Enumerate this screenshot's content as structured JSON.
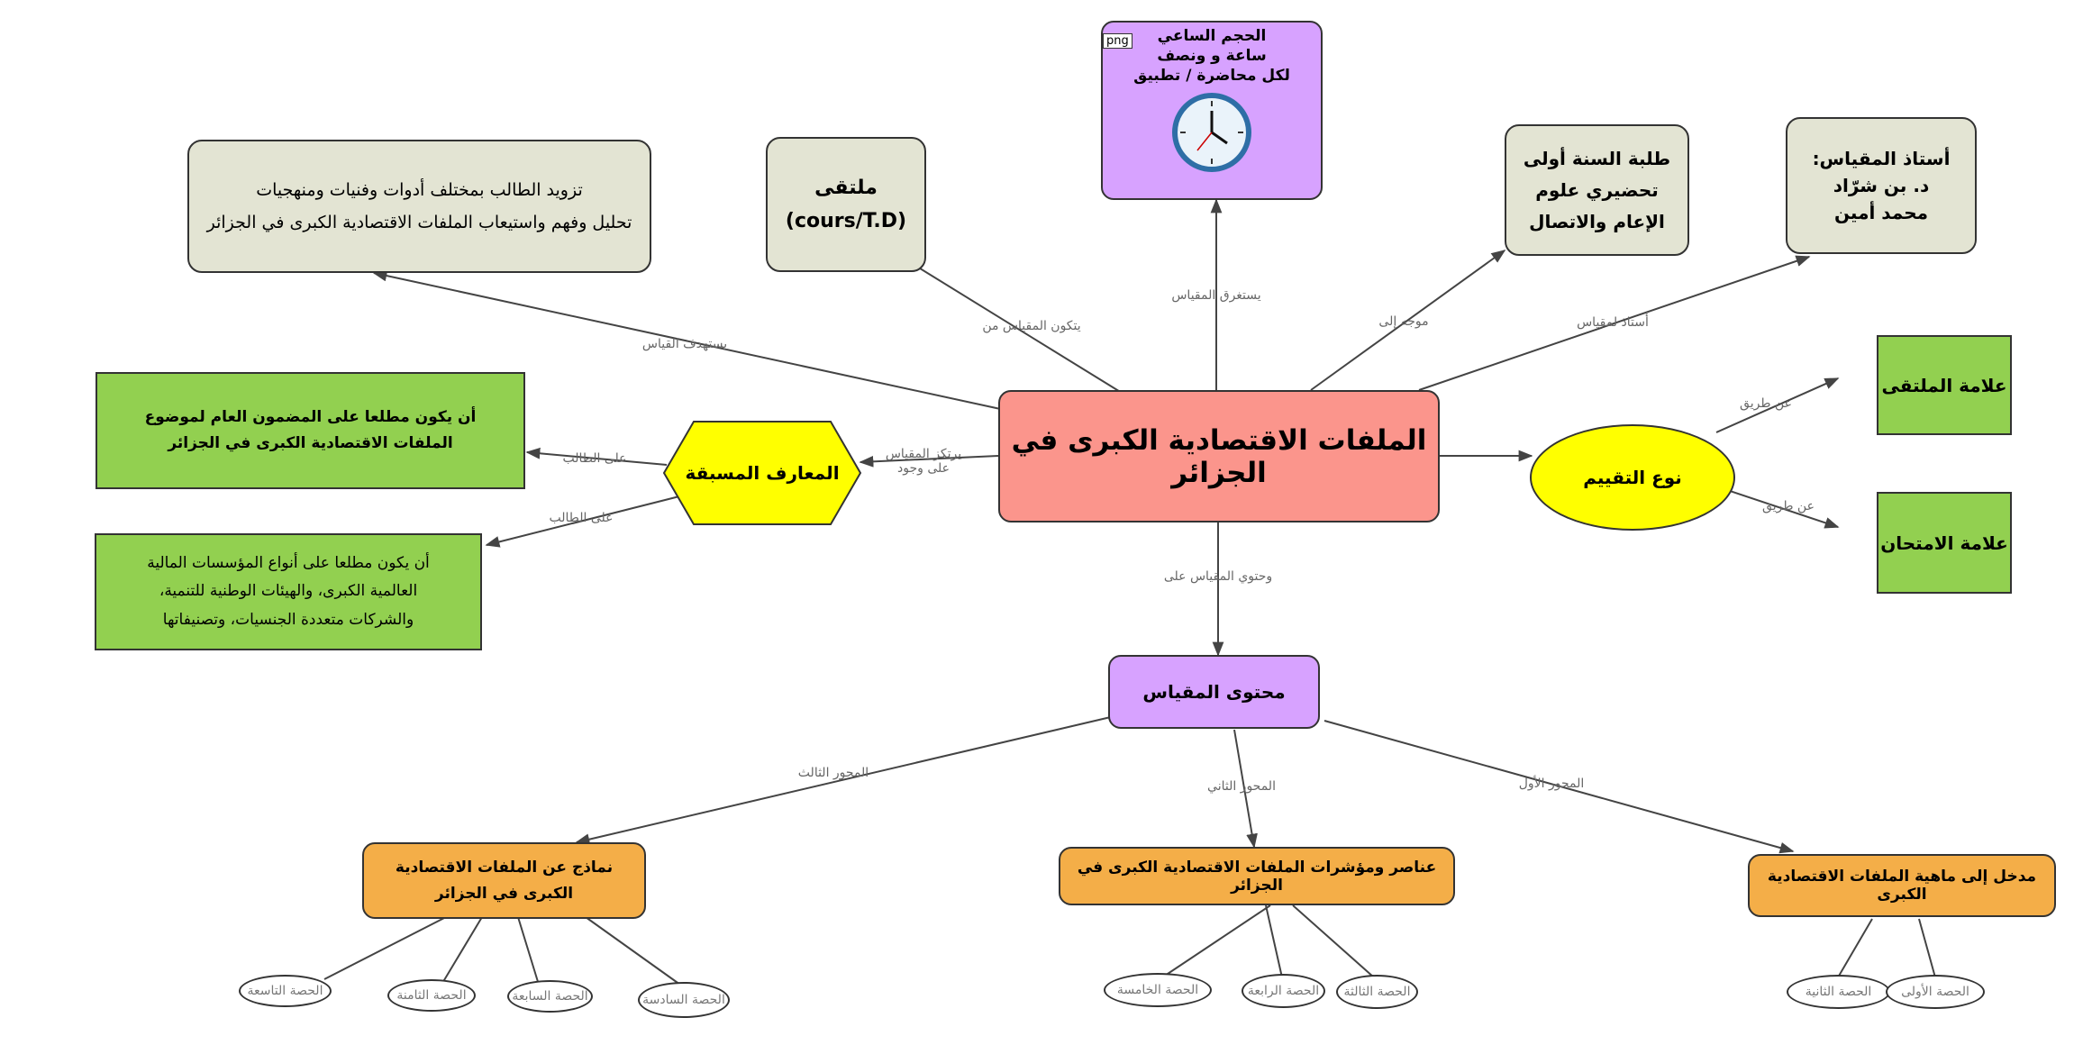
{
  "central": "الملفات الاقتصادية الكبرى في الجزائر",
  "goal": {
    "edge_label": "يستهدف القياس",
    "line1": "تزويد الطالب بمختلف أدوات وفنيات ومنهجيات",
    "line2": "تحليل وفهم واستيعاب الملفات الاقتصادية الكبرى في الجزائر"
  },
  "format": {
    "edge_label": "يتكون المقياس من",
    "line1": "ملتقى",
    "line2": "(cours/T.D)"
  },
  "hours": {
    "edge_label": "يستغرق المقياس",
    "line1": "الحجم الساعي",
    "line2": "ساعة و ونصف",
    "line3": "لكل محاضرة / تطبيق",
    "tag": "png"
  },
  "audience": {
    "edge_label": "موجه إلى",
    "line1": "طلبة السنة أولى",
    "line2": "تحضيري علوم",
    "line3": "الإعام والاتصال"
  },
  "teacher": {
    "edge_label": "أستاذ لمقياس",
    "line1": "أستاذ المقياس:",
    "line2": "د. بن شرّاد",
    "line3": "محمد أمين"
  },
  "evaluation": {
    "label": "نوع التقييم",
    "edge1": "عن طريق",
    "edge2": "عن طريق",
    "grade1": "علامة الملتقى",
    "grade2": "علامة الامتحان"
  },
  "prerequisites": {
    "label": "المعارف المسبقة",
    "edge_label_line1": "يرتكز المقياس",
    "edge_label_line2": "على وجود",
    "edge_to_item1": "على الطالب",
    "edge_to_item2": "على الطالب",
    "item1_line1": "أن يكون مطلعا على المضمون العام لموضوع",
    "item1_line2": "الملفات الاقتصادية الكبرى في الجزائر",
    "item2_line1": "أن يكون مطلعا على أنواع المؤسسات المالية",
    "item2_line2": "العالمية الكبرى، والهيئات الوطنية للتنمية،",
    "item2_line3": "والشركات متعددة الجنسيات، وتصنيفاتها"
  },
  "content": {
    "edge_label": "وحتوي المقياس على",
    "label": "محتوى المقياس",
    "axis1_edge": "المحور الأول",
    "axis2_edge": "المحور الثاني",
    "axis3_edge": "المحور الثالث",
    "axis1": "مدخل إلى ماهية الملفات الاقتصادية الكبرى",
    "axis2": "عناصر ومؤشرات الملفات الاقتصادية الكبرى في الجزائر",
    "axis3_line1": "نماذج عن الملفات الاقتصادية",
    "axis3_line2": "الكبرى في الجزائر"
  },
  "sessions": {
    "s1": "الحصة الأولى",
    "s2": "الحصة الثانية",
    "s3": "الحصة الثالثة",
    "s4": "الحصة الرابعة",
    "s5": "الحصة الخامسة",
    "s6": "الحصة السادسة",
    "s7": "الحصة السابعة",
    "s8": "الحصة الثامنة",
    "s9": "الحصة التاسعة"
  },
  "colors": {
    "central": "#fb958c",
    "beige": "#e3e4d3",
    "green": "#92d050",
    "orange": "#f4ae48",
    "purple": "#d7a2ff",
    "yellow": "#ffff00"
  }
}
